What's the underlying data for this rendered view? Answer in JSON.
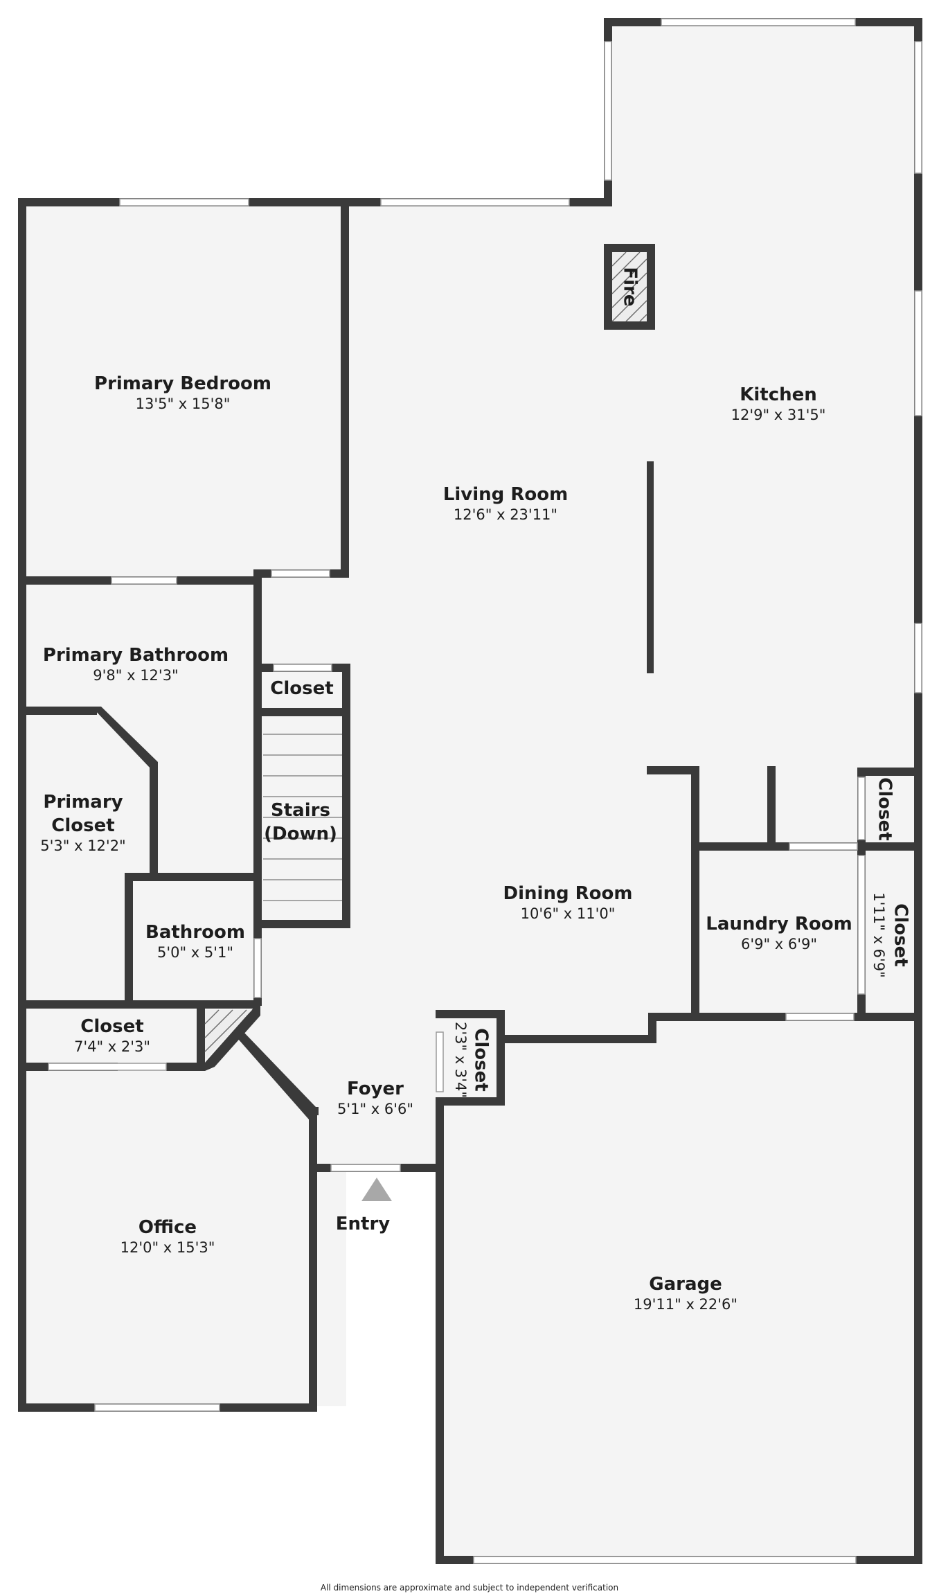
{
  "rooms": {
    "primary_bedroom": {
      "name": "Primary Bedroom",
      "dims": "13'5\" x 15'8\""
    },
    "living_room": {
      "name": "Living Room",
      "dims": "12'6\" x 23'11\""
    },
    "kitchen": {
      "name": "Kitchen",
      "dims": "12'9\" x 31'5\""
    },
    "primary_bathroom": {
      "name": "Primary Bathroom",
      "dims": "9'8\" x 12'3\""
    },
    "primary_closet": {
      "name_line1": "Primary",
      "name_line2": "Closet",
      "dims": "5'3\" x 12'2\""
    },
    "stairs": {
      "name_line1": "Stairs",
      "name_line2": "(Down)"
    },
    "closet_upper": {
      "name": "Closet"
    },
    "closet_kitchen": {
      "name": "Closet"
    },
    "closet_laundry": {
      "name": "Closet",
      "dims": "1'11\" x 6'9\""
    },
    "dining_room": {
      "name": "Dining Room",
      "dims": "10'6\" x 11'0\""
    },
    "laundry_room": {
      "name": "Laundry Room",
      "dims": "6'9\" x 6'9\""
    },
    "bathroom": {
      "name": "Bathroom",
      "dims": "5'0\" x 5'1\""
    },
    "closet_hall": {
      "name": "Closet",
      "dims": "7'4\" x 2'3\""
    },
    "closet_foyer": {
      "name": "Closet",
      "dims": "2'3\" x 3'4\""
    },
    "foyer": {
      "name": "Foyer",
      "dims": "5'1\" x 6'6\""
    },
    "office": {
      "name": "Office",
      "dims": "12'0\" x 15'3\""
    },
    "garage": {
      "name": "Garage",
      "dims": "19'11\" x 22'6\""
    }
  },
  "fireplace_label": "Fire",
  "entry_label": "Entry",
  "footer_note": "All dimensions are approximate and subject to independent verification",
  "colors": {
    "wall": "#3a3a3a",
    "floor": "#f4f4f4",
    "entry_arrow": "#a8a8a8"
  }
}
